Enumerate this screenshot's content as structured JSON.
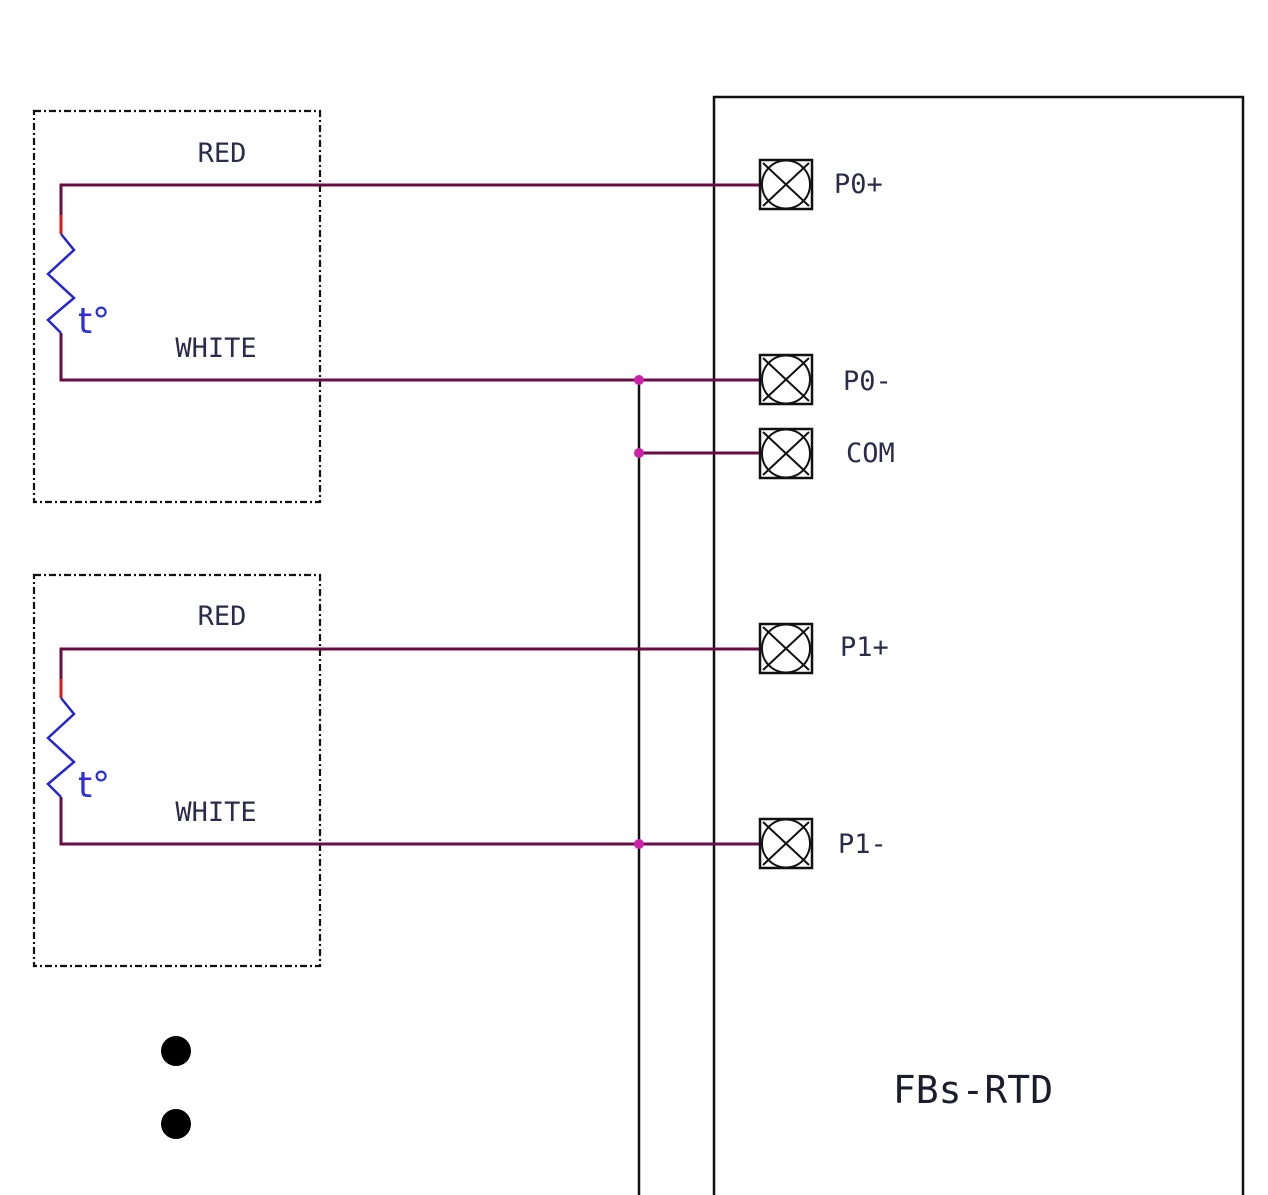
{
  "sensors": [
    {
      "red_label": "RED",
      "white_label": "WHITE",
      "temp_symbol": "t°"
    },
    {
      "red_label": "RED",
      "white_label": "WHITE",
      "temp_symbol": "t°"
    }
  ],
  "terminals": [
    "P0+",
    "P0-",
    "COM",
    "P1+",
    "P1-"
  ],
  "module": {
    "name": "FBs-RTD"
  },
  "colors": {
    "wire": "#6b0d44",
    "lead_stub": "#e01818",
    "resistor": "#2424d8",
    "junction": "#cc22aa",
    "outline": "#111111"
  }
}
